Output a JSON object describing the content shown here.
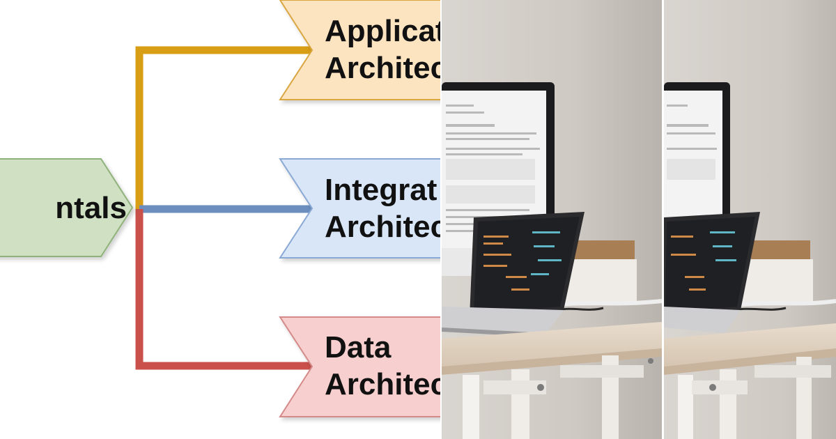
{
  "diagram": {
    "root": {
      "label": "ntals",
      "fill": "#cfe0c3",
      "stroke": "#8fb27a"
    },
    "nodes": [
      {
        "label": "Applicat\nArchitec",
        "fill": "#fde4c1",
        "stroke": "#d9a640",
        "connector_color": "#d89e16"
      },
      {
        "label": "Integrat\nArchitec",
        "fill": "#d9e6f7",
        "stroke": "#8aa8d4",
        "connector_color": "#6b8ebf"
      },
      {
        "label": "Data\nArchitec",
        "fill": "#f8cfcf",
        "stroke": "#d38a88",
        "connector_color": "#c9504b"
      }
    ]
  },
  "photos": [
    {
      "name": "workspace-photo",
      "subject": "desk-with-monitor-and-laptop"
    },
    {
      "name": "workspace-photo-repeat",
      "subject": "desk-with-monitor-and-laptop"
    }
  ]
}
